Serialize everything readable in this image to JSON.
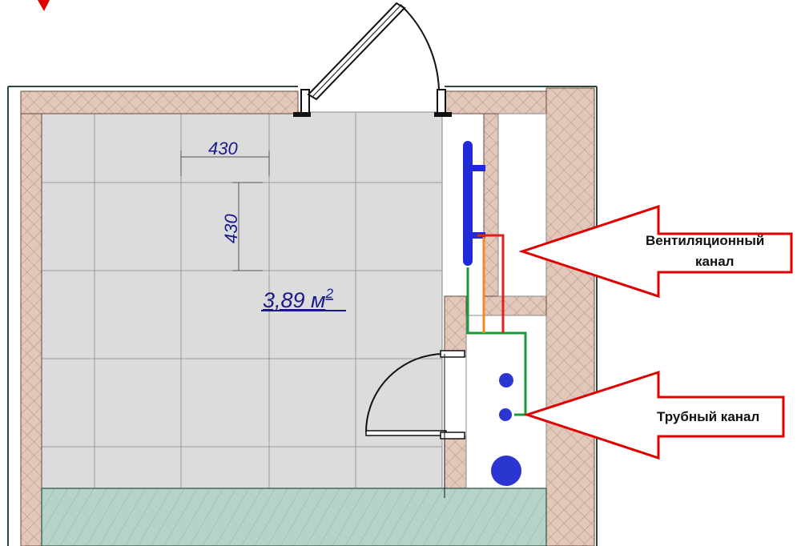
{
  "plan": {
    "dimension_horizontal": "430",
    "dimension_vertical": "430",
    "area_value": "3,89 м",
    "area_unit_exponent": "2"
  },
  "callouts": {
    "ventilation_line1": "Вентиляционный",
    "ventilation_line2": "канал",
    "pipe_channel": "Трубный канал"
  },
  "colors": {
    "wall_fill": "#e3c7ba",
    "floor_tile": "#dcdcdc",
    "bathtub_fill": "#b5d3c8",
    "arrow_stroke": "#e00000",
    "towel_rail": "#1f2bd6",
    "pipe_green": "#1a9a3a",
    "pipe_orange": "#f08a24",
    "pipe_red": "#e02020",
    "dimension_text": "#1a1a8c"
  }
}
